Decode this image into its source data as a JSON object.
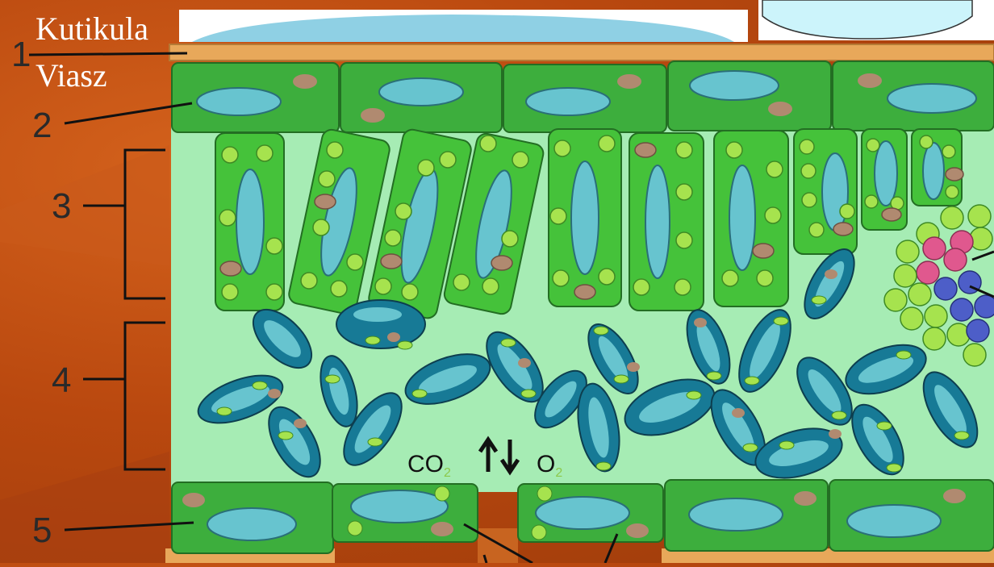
{
  "labels": {
    "cuticle": "Kutikula",
    "wax": "Viasz"
  },
  "numbers": [
    "1",
    "2",
    "3",
    "4",
    "5"
  ],
  "gas": {
    "co2_main": "CO",
    "co2_sub": "2",
    "o2_main": "O",
    "o2_sub": "2"
  },
  "colors": {
    "background": "#b9480f",
    "cuticle": "#e8a85a",
    "epidermis": "#3dae3d",
    "epidermis_dark": "#2a7d2a",
    "mesophyll_bg": "#a6ecb4",
    "palisade": "#45c23a",
    "vacuole": "#67c4cf",
    "spongy_cell": "#177a96",
    "chloroplast": "#a6e34e",
    "nucleus": "#b08a70"
  }
}
